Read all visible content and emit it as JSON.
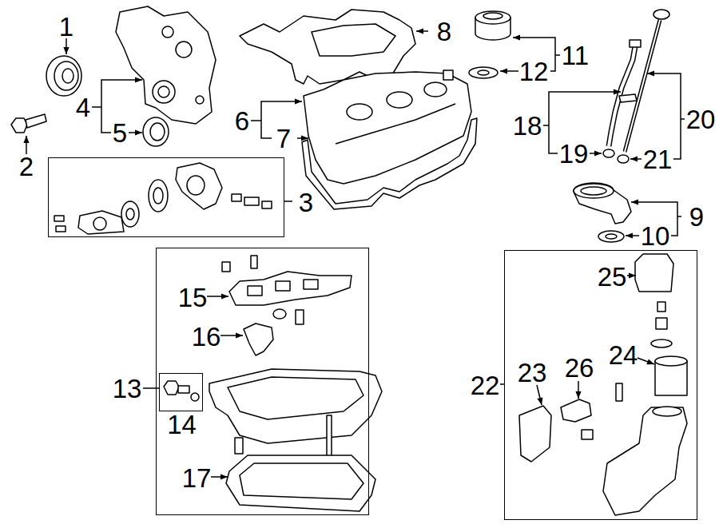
{
  "diagram": {
    "nodes": [
      {
        "text": [
          "3"
        ]
      },
      {
        "text": [
          "15",
          "16",
          "17"
        ]
      },
      {
        "text": [
          "14"
        ],
        "in": 1
      },
      {
        "text": [
          "22",
          "23",
          "24",
          "25",
          "26"
        ]
      }
    ],
    "labels": [
      "1",
      "8",
      "11",
      "12",
      "20",
      "18",
      "4",
      "6",
      "7",
      "19",
      "21",
      "2",
      "5",
      "9",
      "10",
      "13"
    ]
  }
}
